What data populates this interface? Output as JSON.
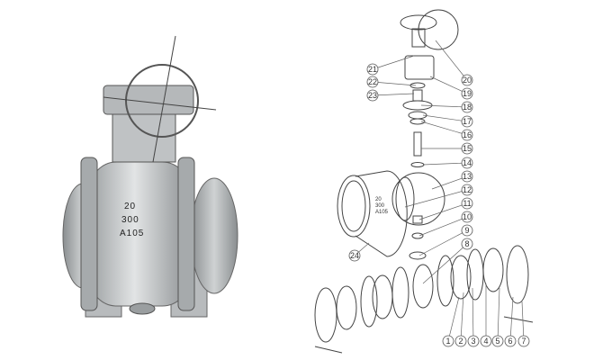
{
  "assembled_view": {
    "body_marking": [
      "20",
      "300",
      "A105"
    ]
  },
  "exploded_view": {
    "body_marking": [
      "20",
      "300",
      "A105"
    ],
    "callouts": [
      "1",
      "2",
      "3",
      "4",
      "5",
      "6",
      "7",
      "8",
      "9",
      "10",
      "11",
      "12",
      "13",
      "14",
      "15",
      "16",
      "17",
      "18",
      "19",
      "20",
      "21",
      "22",
      "23",
      "24"
    ]
  },
  "colors": {
    "metal": "#c9ccce",
    "metal_dark": "#8e9294",
    "line": "#444444"
  }
}
